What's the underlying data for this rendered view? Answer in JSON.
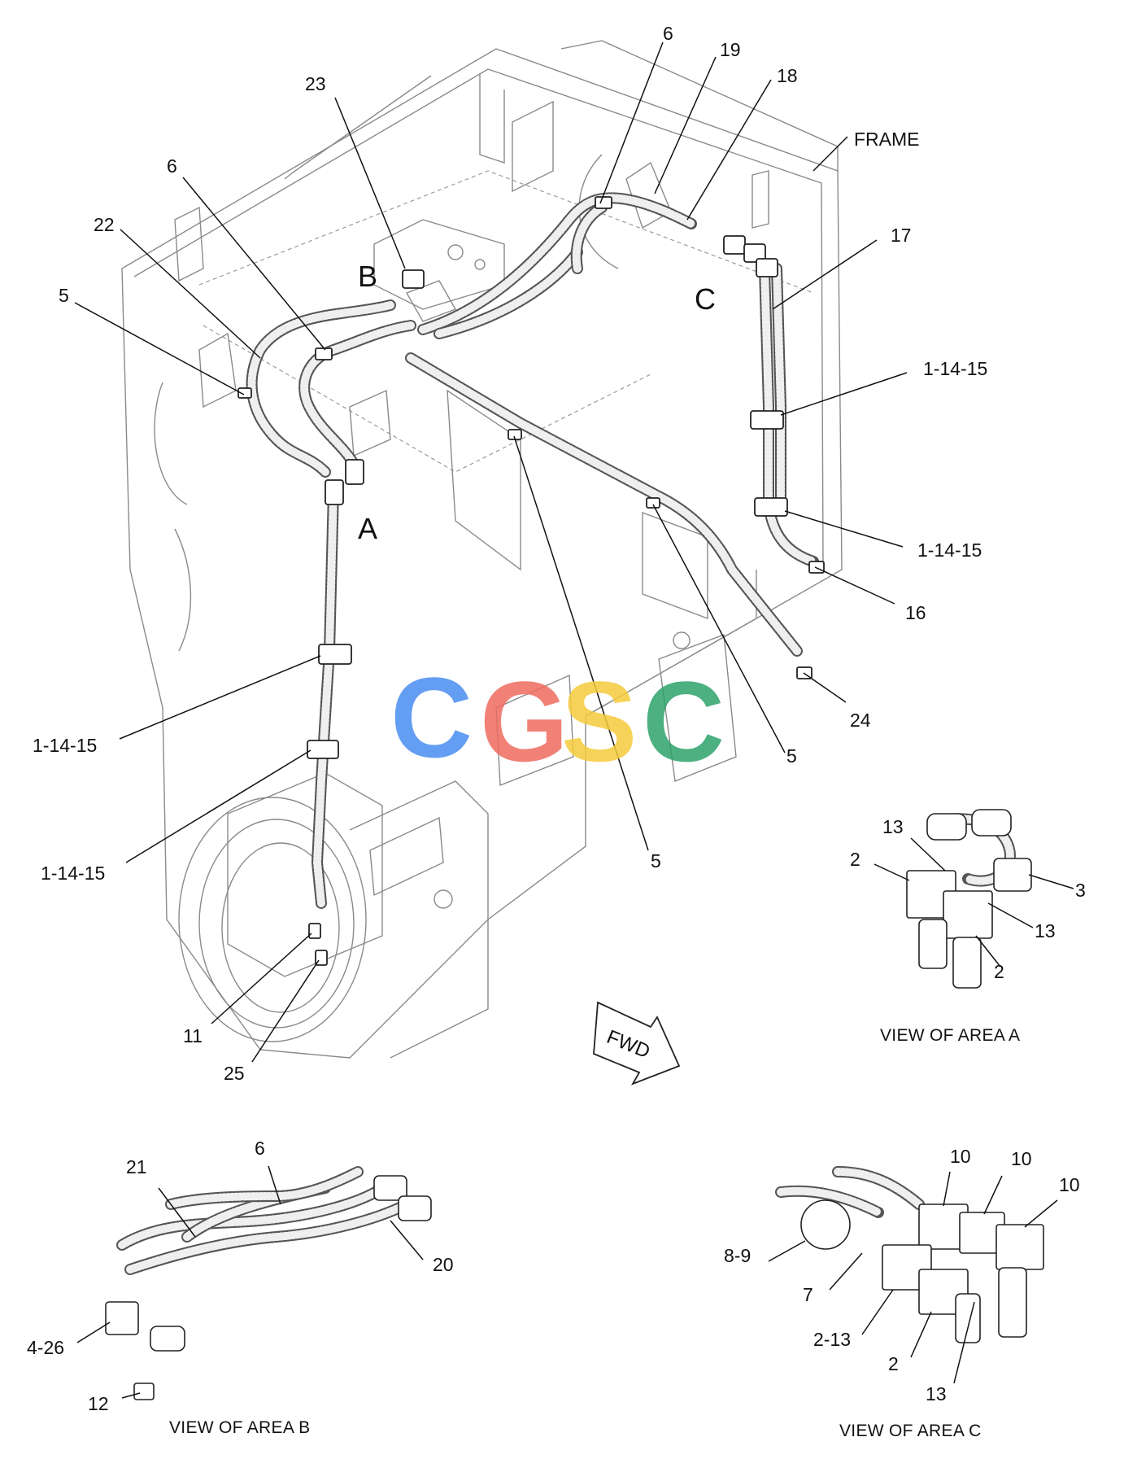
{
  "labels": {
    "frame": "FRAME",
    "area_a": "A",
    "area_b": "B",
    "area_c": "C",
    "n6_top": "6",
    "n19": "19",
    "n18": "18",
    "n23": "23",
    "n6_left": "6",
    "n22": "22",
    "n5_left": "5",
    "n17": "17",
    "n1_14_15_r1": "1-14-15",
    "n1_14_15_r2": "1-14-15",
    "n16": "16",
    "n24": "24",
    "n5_right": "5",
    "n5_mid": "5",
    "n1_14_15_l1": "1-14-15",
    "n1_14_15_l2": "1-14-15",
    "n11": "11",
    "n25": "25",
    "fwd": "FWD"
  },
  "view_a": {
    "caption": "VIEW OF AREA A",
    "n13_top": "13",
    "n2_left": "2",
    "n3": "3",
    "n13_right": "13",
    "n2_bottom": "2"
  },
  "view_b": {
    "caption": "VIEW OF AREA B",
    "n21": "21",
    "n6": "6",
    "n20": "20",
    "n4_26": "4-26",
    "n12": "12"
  },
  "view_c": {
    "caption": "VIEW OF AREA C",
    "n10_a": "10",
    "n10_b": "10",
    "n10_c": "10",
    "n8_9": "8-9",
    "n7": "7",
    "n2_13": "2-13",
    "n2": "2",
    "n13": "13"
  },
  "watermark": {
    "letters": [
      "C",
      "G",
      "S",
      "C"
    ],
    "colors": [
      "#4a8ef0",
      "#ef6c5f",
      "#f5cb3c",
      "#2ea36a"
    ]
  }
}
